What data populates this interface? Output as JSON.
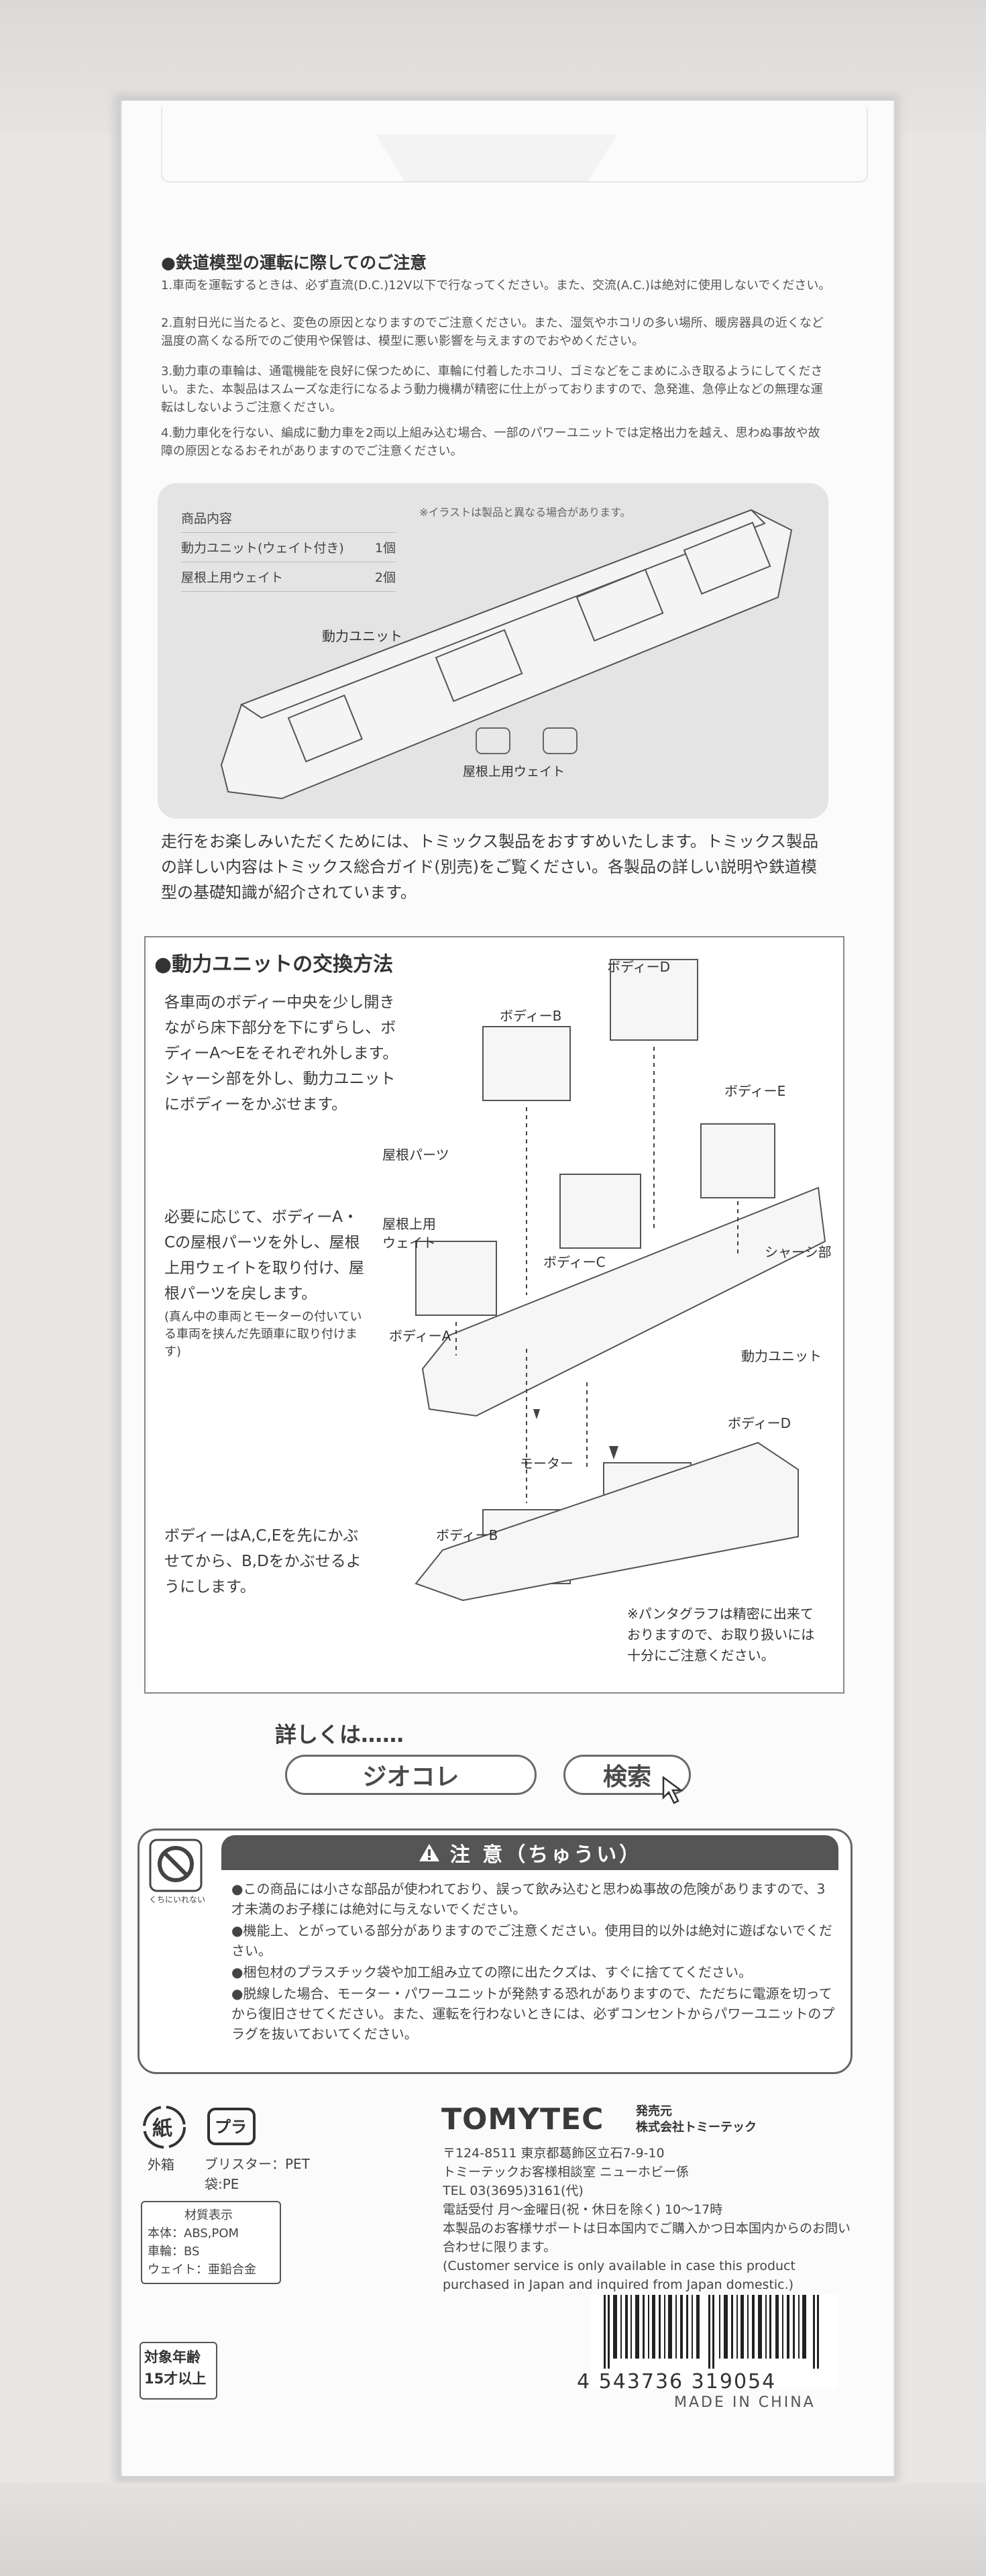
{
  "notice": {
    "title": "●鉄道模型の運転に際してのご注意",
    "items": [
      "1.車両を運転するときは、必ず直流(D.C.)12V以下で行なってください。また、交流(A.C.)は絶対に使用しないでください。",
      "2.直射日光に当たると、変色の原因となりますのでご注意ください。また、湿気やホコリの多い場所、暖房器具の近くなど温度の高くなる所でのご使用や保管は、模型に悪い影響を与えますのでおやめください。",
      "3.動力車の車輪は、通電機能を良好に保つために、車輪に付着したホコリ、ゴミなどをこまめにふき取るようにしてください。また、本製品はスムーズな走行になるよう動力機構が精密に仕上がっておりますので、急発進、急停止などの無理な運転はしないようご注意ください。",
      "4.動力車化を行ない、編成に動力車を2両以上組み込む場合、一部のパワーユニットでは定格出力を越え、思わぬ事故や故障の原因となるおそれがありますのでご注意ください。"
    ]
  },
  "contents": {
    "header": "商品内容",
    "rows": [
      {
        "name": "動力ユニット(ウェイト付き)",
        "qty": "1個"
      },
      {
        "name": "屋根上用ウェイト",
        "qty": "2個"
      }
    ],
    "illustration_note": "※イラストは製品と異なる場合があります。",
    "label_unit": "動力ユニット",
    "label_weight": "屋根上用ウェイト"
  },
  "recommend_text": "走行をお楽しみいただくためには、トミックス製品をおすすめいたします。トミックス製品の詳しい内容はトミックス総合ガイド(別売)をご覧ください。各製品の詳しい説明や鉄道模型の基礎知識が紹介されています。",
  "exchange": {
    "title": "●動力ユニットの交換方法",
    "step1": "各車両のボディー中央を少し開きながら床下部分を下にずらし、ボディーA〜Eをそれぞれ外します。\nシャーシ部を外し、動力ユニットにボディーをかぶせます。",
    "step2": "必要に応じて、ボディーA・Cの屋根パーツを外し、屋根上用ウェイトを取り付け、屋根パーツを戻します。",
    "step2_note": "(真ん中の車両とモーターの付いている車両を挟んだ先頭車に取り付けます)",
    "step3": "ボディーはA,C,Eを先にかぶせてから、B,Dをかぶせるようにします。",
    "pantograph_note": "※パンタグラフは精密に出来ておりますので、お取り扱いには十分にご注意ください。",
    "labels": {
      "body_a": "ボディーA",
      "body_b": "ボディーB",
      "body_c": "ボディーC",
      "body_d": "ボディーD",
      "body_e": "ボディーE",
      "roof_parts": "屋根パーツ",
      "roof_weight": "屋根上用\nウェイト",
      "chassis": "シャーシ部",
      "power_unit": "動力ユニット",
      "motor": "モーター"
    }
  },
  "search": {
    "lead": "詳しくは……",
    "keyword": "ジオコレ",
    "button": "検索"
  },
  "caution": {
    "title": "注 意（ちゅうい）",
    "icon_caption": "くちにいれない",
    "items": [
      "●この商品には小さな部品が使われており、誤って飲み込むと思わぬ事故の危険がありますので、3才未満のお子様には絶対に与えないでください。",
      "●機能上、とがっている部分がありますのでご注意ください。使用目的以外は絶対に遊ばないでください。",
      "●梱包材のプラスチック袋や加工組み立ての際に出たクズは、すぐに捨ててください。",
      "●脱線した場合、モーター・パワーユニットが発熱する恐れがありますので、ただちに電源を切ってから復旧させてください。また、運転を行わないときには、必ずコンセントからパワーユニットのプラグを抜いておいてください。"
    ]
  },
  "recycle": {
    "paper_mark": "紙",
    "paper_label": "外箱",
    "plastic_mark": "プラ",
    "plastic_text": "ブリスター：PET\n袋:PE",
    "materials_title": "材質表示",
    "materials": "本体：ABS,POM\n車輪：BS\nウェイト：亜鉛合金",
    "age_label": "対象年齢\n15才以上"
  },
  "company": {
    "logo": "TOMYTEC",
    "seller_label": "発売元\n株式会社トミーテック",
    "address": "〒124-8511 東京都葛飾区立石7-9-10\nトミーテックお客様相談室 ニューホビー係\nTEL 03(3695)3161(代)\n電話受付 月〜金曜日(祝・休日を除く) 10〜17時\n本製品のお客様サポートは日本国内でご購入かつ日本国内からのお問い合わせに限ります。\n(Customer service is only available in case this product purchased in Japan and inquired from Japan domestic.)"
  },
  "barcode_number": "4 543736 319054",
  "made_in": "MADE IN CHINA"
}
